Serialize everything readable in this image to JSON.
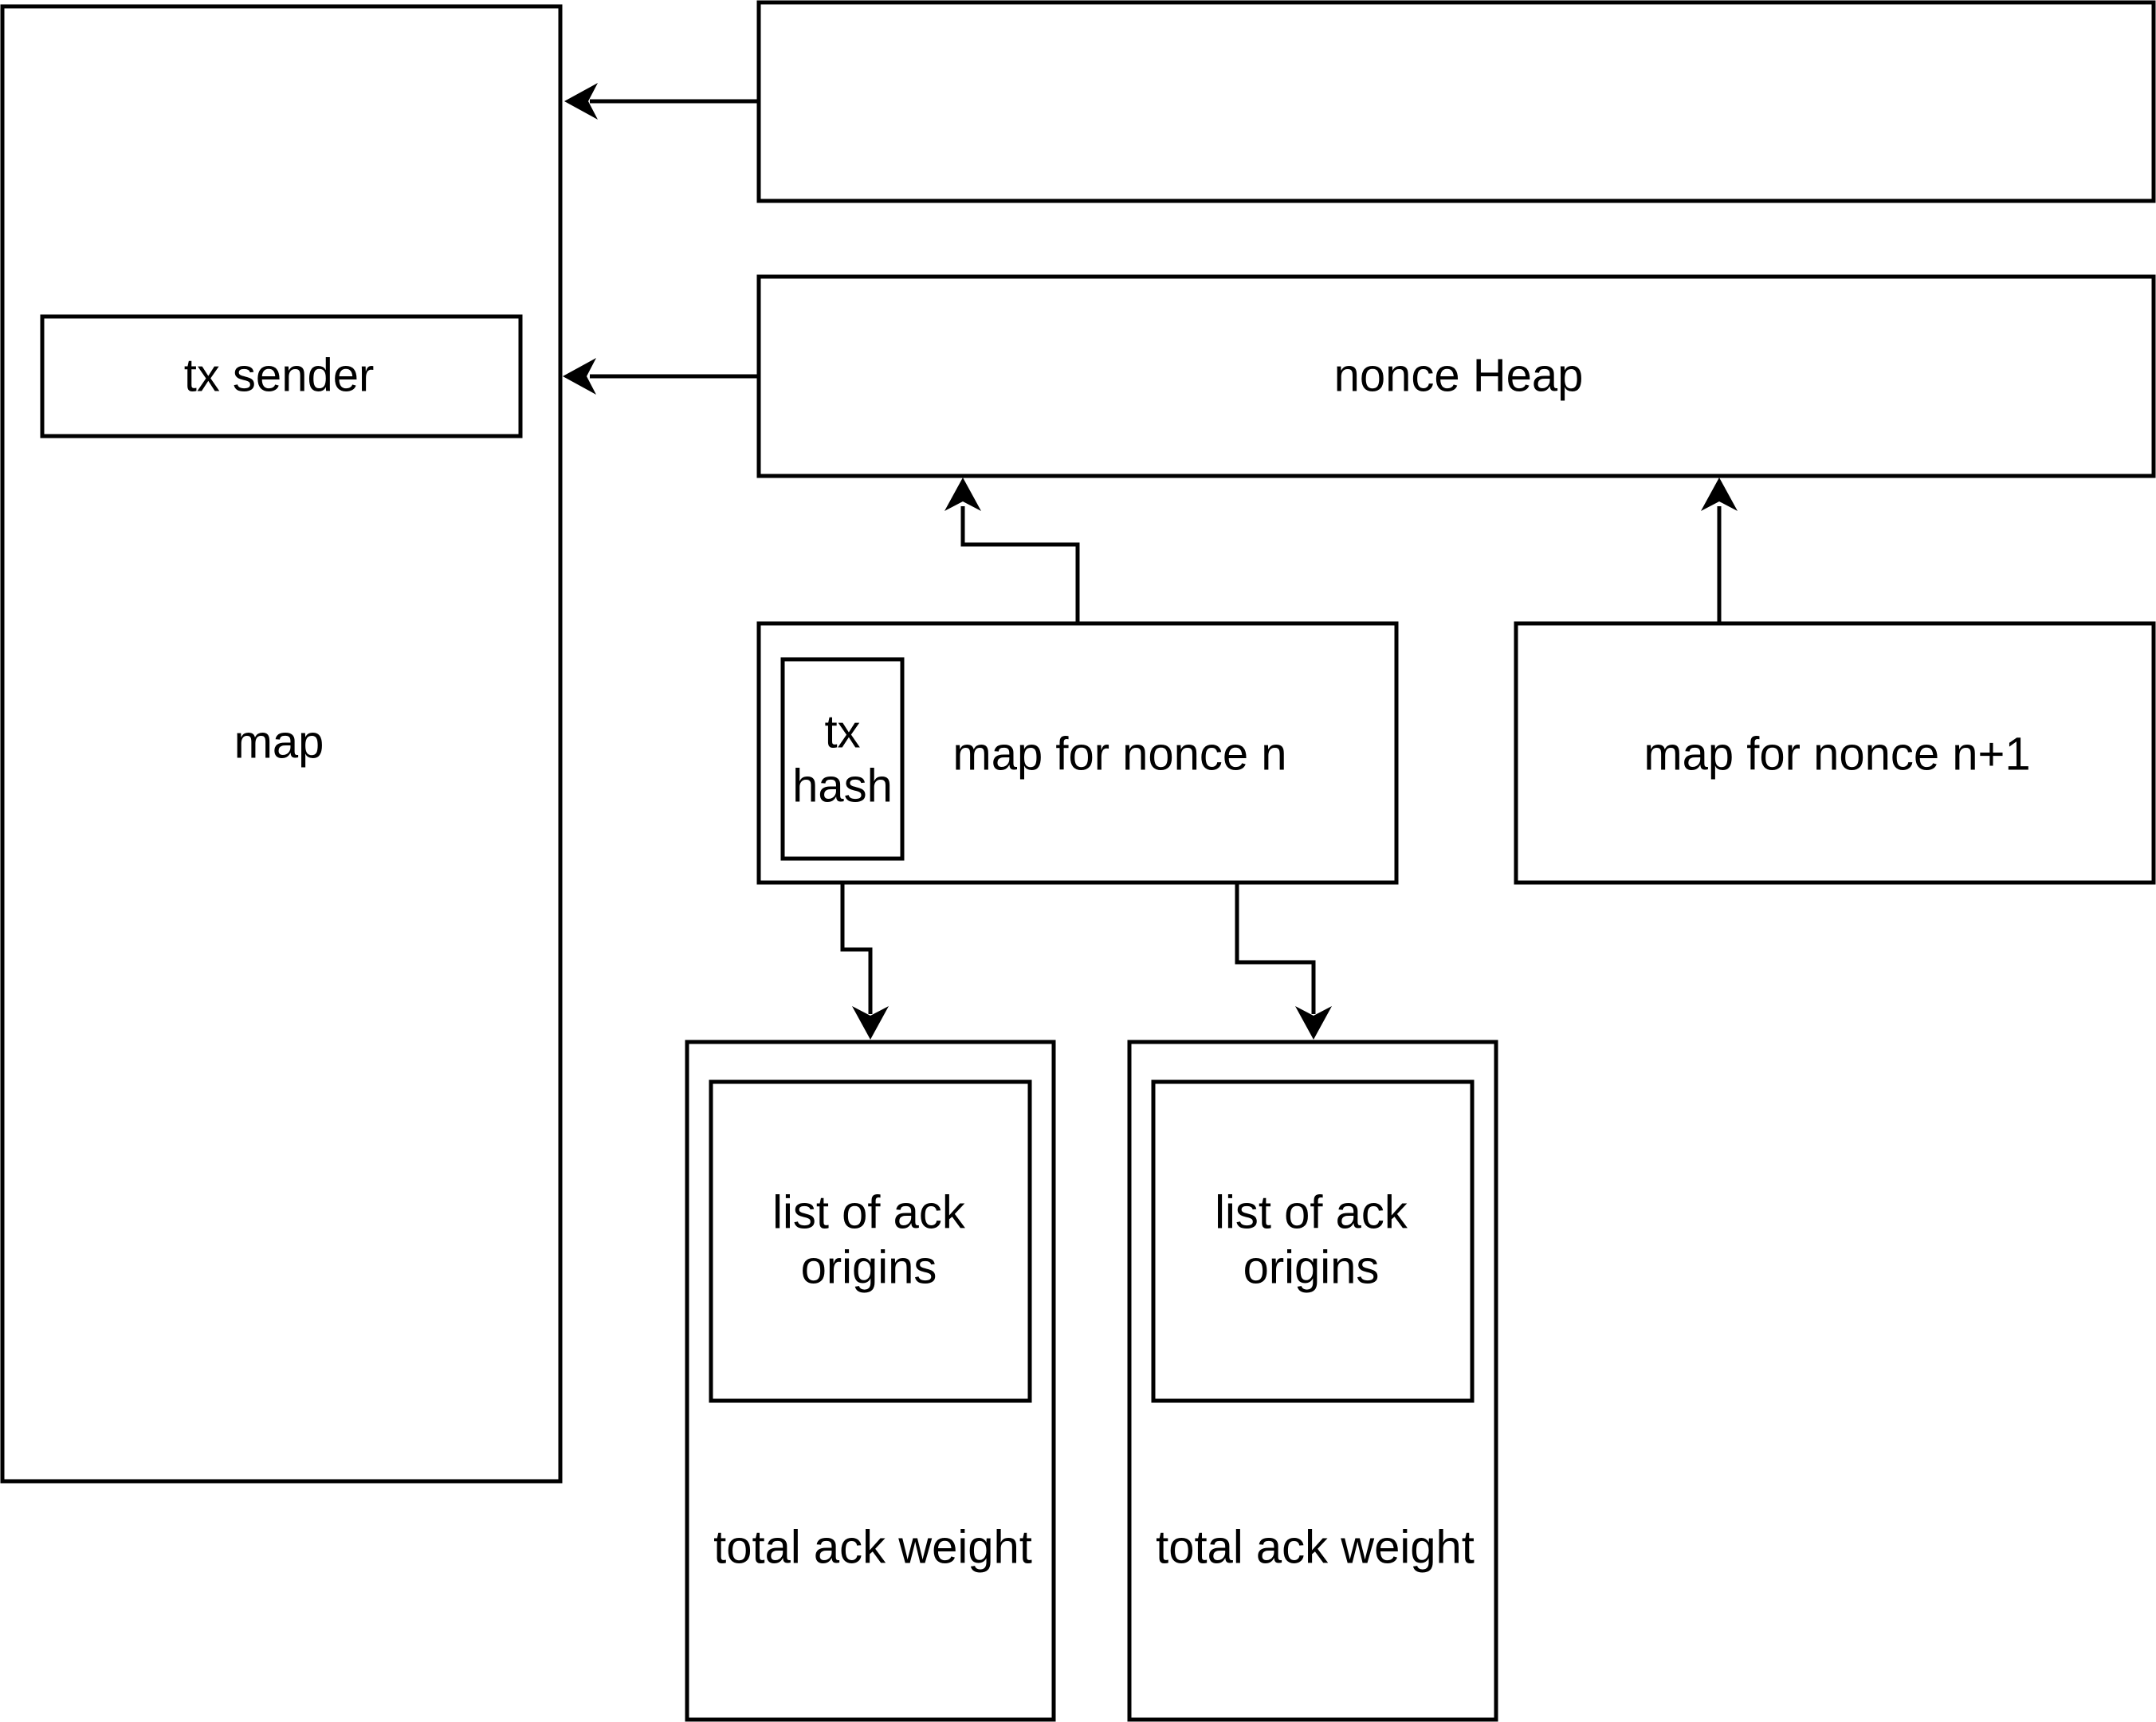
{
  "nodes": {
    "map": {
      "label": "map"
    },
    "tx_sender": {
      "label": "tx sender"
    },
    "top_box": {
      "label": ""
    },
    "nonce_heap": {
      "label": "nonce Heap"
    },
    "map_nonce_n": {
      "label": "map for nonce n"
    },
    "tx_hash": {
      "line1": "tx",
      "line2": "hash"
    },
    "map_nonce_n1": {
      "label": "map for nonce n+1"
    },
    "entry_left": {
      "list_line1": "list of ack",
      "list_line2": "origins",
      "weight": "total ack weight"
    },
    "entry_right": {
      "list_line1": "list of ack",
      "list_line2": "origins",
      "weight": "total ack weight"
    }
  },
  "edges": [
    {
      "from": "top_box",
      "to": "map"
    },
    {
      "from": "nonce_heap",
      "to": "map"
    },
    {
      "from": "map_nonce_n",
      "to": "nonce_heap"
    },
    {
      "from": "map_nonce_n1",
      "to": "nonce_heap"
    },
    {
      "from": "map_nonce_n",
      "to": "entry_left"
    },
    {
      "from": "map_nonce_n",
      "to": "entry_right"
    }
  ],
  "colors": {
    "stroke": "#000000",
    "fill": "#ffffff"
  }
}
